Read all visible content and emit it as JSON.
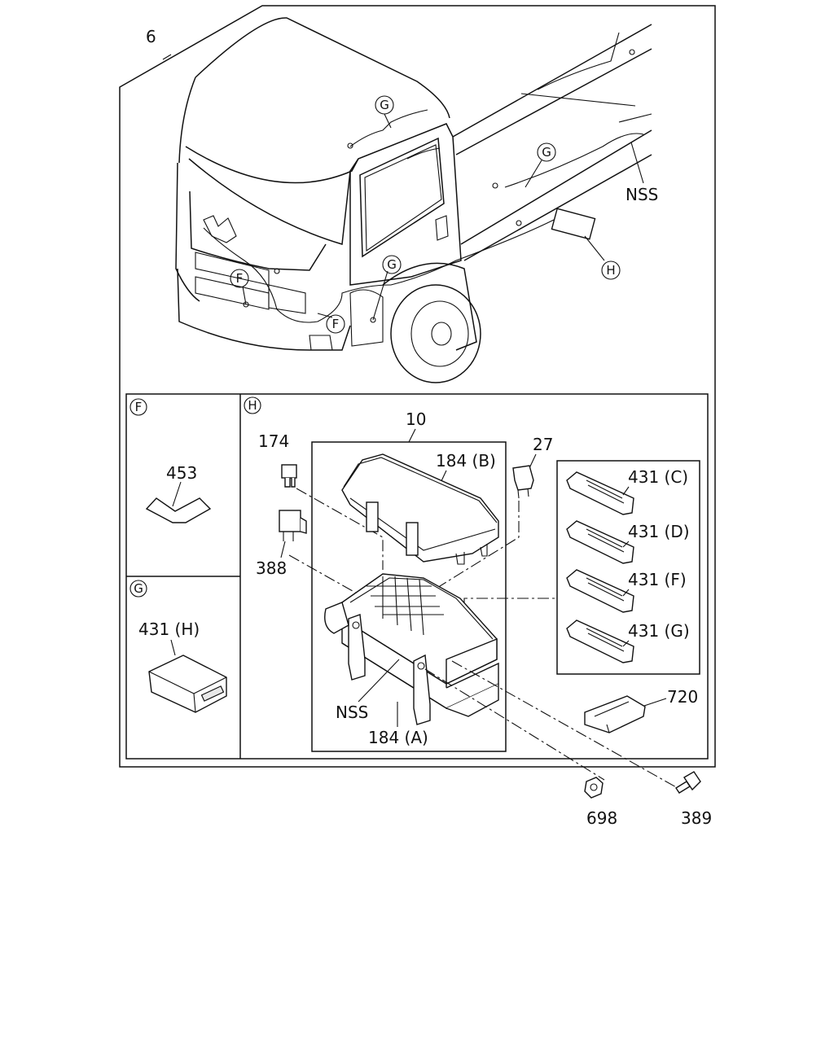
{
  "callouts": {
    "assembly_6": "6",
    "nss_chassis": "NSS",
    "p10": "10",
    "p174": "174",
    "p27": "27",
    "p184b": "184 (B)",
    "p388": "388",
    "p431c": "431 (C)",
    "p431d": "431 (D)",
    "p431f": "431 (F)",
    "p431g": "431 (G)",
    "p720": "720",
    "nss_box": "NSS",
    "p184a": "184 (A)",
    "p453": "453",
    "p431h": "431 (H)",
    "p698": "698",
    "p389": "389"
  },
  "circle_refs": {
    "F": "F",
    "G": "G",
    "H": "H"
  }
}
